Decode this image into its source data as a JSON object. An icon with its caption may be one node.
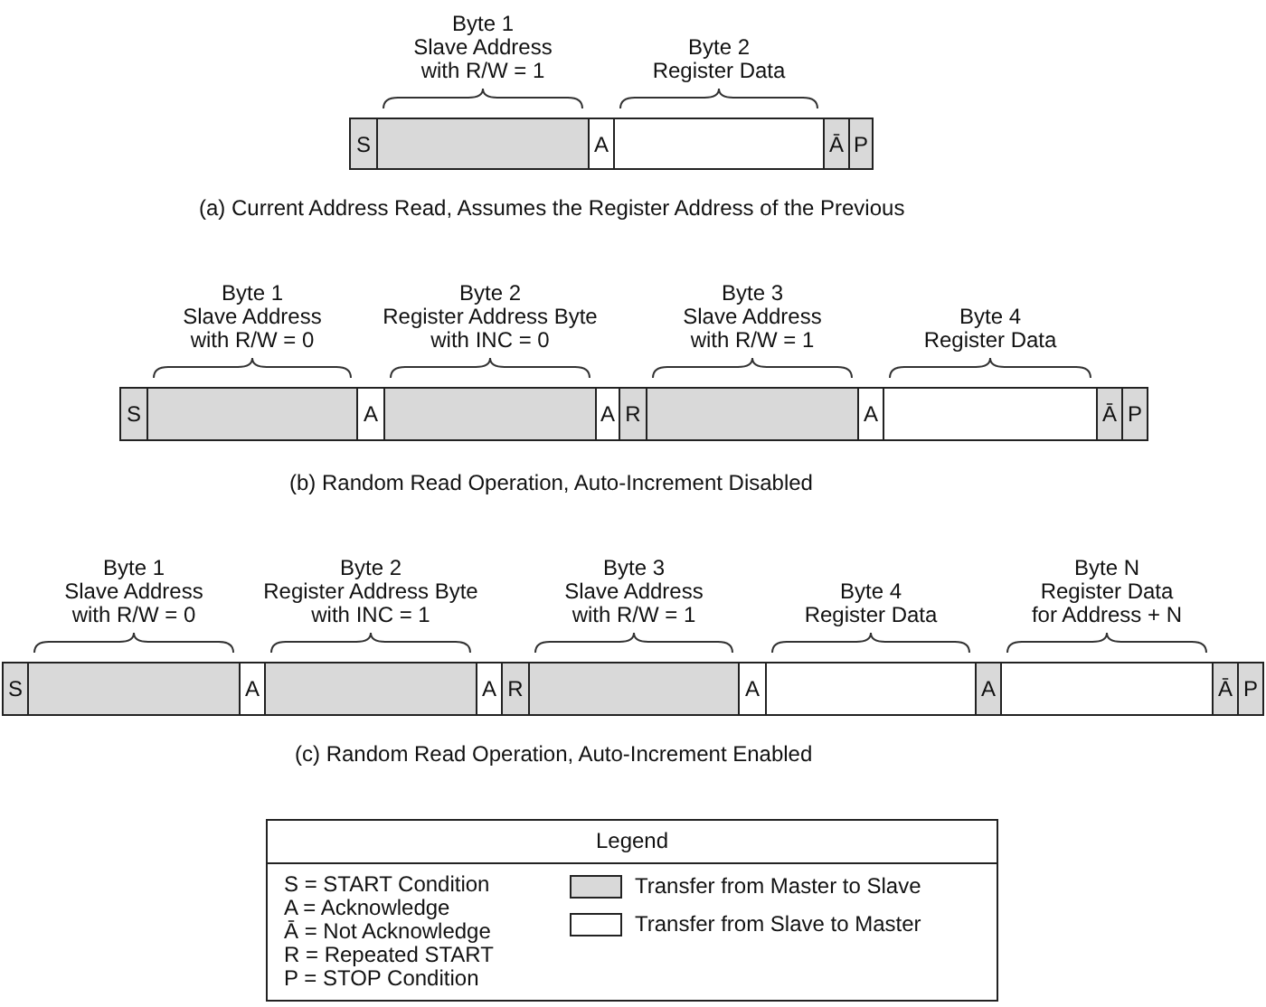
{
  "diagram": {
    "nodes": [
      {
        "text": [
          "S"
        ]
      },
      {
        "text": [],
        "shape": "box",
        "beside": [
          "Byte 1",
          "Slave Address",
          "with R/W = 1"
        ]
      },
      {
        "text": [
          "A"
        ]
      },
      {
        "text": [],
        "shape": "box",
        "beside": [
          "Byte 2",
          "Register Data"
        ]
      },
      {
        "text": [
          "Ā"
        ]
      },
      {
        "text": [
          "P"
        ]
      },
      {
        "text": [
          "S"
        ]
      },
      {
        "text": [],
        "shape": "box",
        "beside": [
          "Byte 1",
          "Slave Address",
          "with R/W = 0"
        ]
      },
      {
        "text": [
          "A"
        ]
      },
      {
        "text": [],
        "shape": "box",
        "beside": [
          "Byte 2",
          "Register Address Byte",
          "with INC = 0"
        ]
      },
      {
        "text": [
          "A"
        ]
      },
      {
        "text": [
          "R"
        ]
      },
      {
        "text": [],
        "shape": "box",
        "beside": [
          "Byte 3",
          "Slave Address",
          "with R/W = 1"
        ]
      },
      {
        "text": [
          "A"
        ]
      },
      {
        "text": [],
        "shape": "box",
        "beside": [
          "Byte 4",
          "Register Data"
        ]
      },
      {
        "text": [
          "Ā"
        ]
      },
      {
        "text": [
          "P"
        ]
      },
      {
        "text": [
          "S"
        ]
      },
      {
        "text": [],
        "shape": "box",
        "beside": [
          "Byte 1",
          "Slave Address",
          "with R/W = 0"
        ]
      },
      {
        "text": [
          "A"
        ]
      },
      {
        "text": [],
        "shape": "box",
        "beside": [
          "Byte 2",
          "Register Address Byte",
          "with INC = 1"
        ]
      },
      {
        "text": [
          "A"
        ]
      },
      {
        "text": [
          "R"
        ]
      },
      {
        "text": [],
        "shape": "box",
        "beside": [
          "Byte 3",
          "Slave Address",
          "with R/W = 1"
        ]
      },
      {
        "text": [
          "A"
        ]
      },
      {
        "text": [],
        "shape": "box",
        "beside": [
          "Byte 4",
          "Register Data"
        ]
      },
      {
        "text": [
          "A"
        ]
      },
      {
        "text": [],
        "shape": "box",
        "beside": [
          "Byte N",
          "Register Data",
          "for Address + N"
        ]
      },
      {
        "text": [
          "Ā"
        ]
      },
      {
        "text": [
          "P"
        ]
      }
    ],
    "labels": [
      "(a) Current Address Read, Assumes the Register Address of the Previous",
      "(b) Random Read Operation, Auto-Increment Disabled",
      "(c) Random Read Operation, Auto-Increment Enabled",
      "Legend",
      "S = START Condition",
      "A = Acknowledge",
      "Ā = Not Acknowledge",
      "R = Repeated START",
      "P = STOP Condition"
    ],
    "legend": [
      {
        "text": "Transfer from Master to Slave",
        "color": "#d9d9d9"
      },
      {
        "text": "Transfer from Slave to Master",
        "color": "#ffffff"
      }
    ]
  }
}
